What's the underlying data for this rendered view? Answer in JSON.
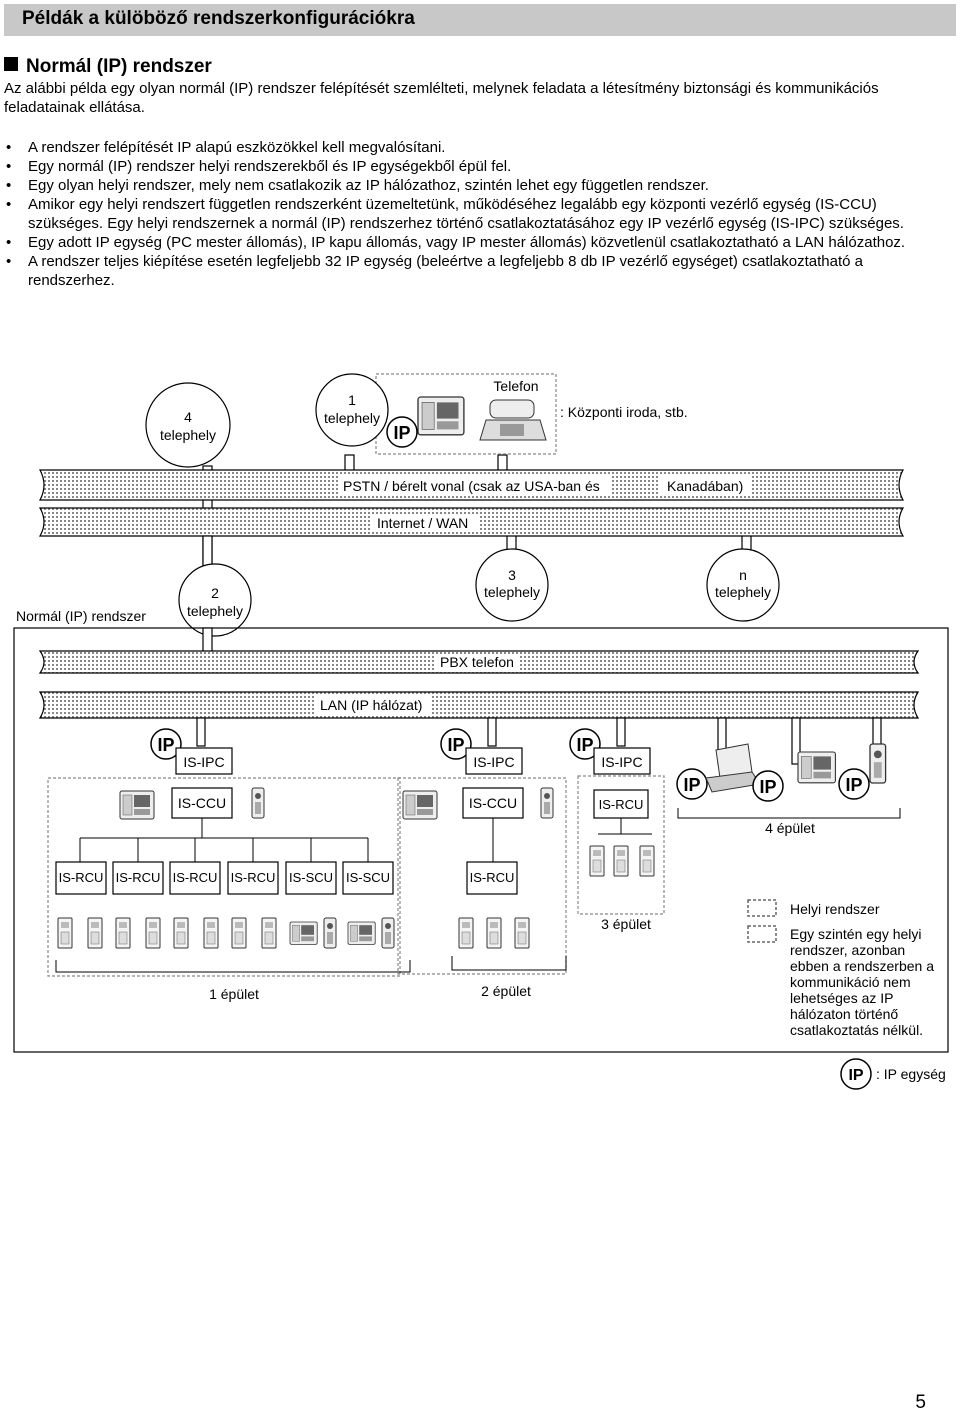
{
  "header": {
    "title": "Példák a külöböző rendszerkonfigurációkra"
  },
  "section": {
    "title": "Normál (IP) rendszer",
    "intro": "Az alábbi példa egy olyan normál (IP) rendszer felépítését szemlélteti, melynek feladata a létesítmény biztonsági és kommunikációs feladatainak ellátása.",
    "bullets": [
      "A rendszer felépítését IP alapú eszközökkel kell megvalósítani.",
      "Egy normál (IP) rendszer helyi rendszerekből és IP egységekből épül fel.",
      "Egy olyan helyi rendszer, mely nem csatlakozik az IP hálózathoz, szintén lehet egy független rendszer.",
      "Amikor egy helyi rendszert független rendszerként üzemeltetünk, működéséhez legalább egy központi vezérlő egység (IS-CCU) szükséges. Egy helyi rendszernek a normál (IP) rendszerhez történő csatlakoztatásához egy IP vezérlő egység (IS-IPC) szükséges.",
      "Egy adott IP egység (PC mester állomás), IP kapu állomás, vagy IP mester állomás) közvetlenül csatlakoztatható a LAN hálózathoz.",
      "A rendszer teljes kiépítése esetén legfeljebb 32 IP egység (beleértve a legfeljebb 8 db IP vezérlő egységet) csatlakoztatható a rendszerhez."
    ]
  },
  "diagram": {
    "site1": [
      "1",
      "telephely"
    ],
    "site4": [
      "4",
      "telephely"
    ],
    "site2": [
      "2",
      "telephely"
    ],
    "site3": [
      "3",
      "telephely"
    ],
    "siten": [
      "n",
      "telephely"
    ],
    "phone_label": "Telefon",
    "central_office": ": Központi iroda, stb.",
    "pstn_label": "PSTN / bérelt vonal (csak az USA-ban és",
    "pstn_label2": "Kanadában)",
    "wan_label": "Internet / WAN",
    "system_label": "Normál (IP) rendszer",
    "pbx_label": "PBX telefon",
    "lan_label": "LAN (IP hálózat)",
    "ip": "IP",
    "is_ipc": "IS-IPC",
    "is_ccu": "IS-CCU",
    "is_rcu": "IS-RCU",
    "is_scu": "IS-SCU",
    "building1": "1 épület",
    "building2": "2 épület",
    "building3": "3 épület",
    "building4": "4 épület",
    "legend_local": "Helyi rendszer",
    "legend_isolated": [
      "Egy szintén egy helyi",
      "rendszer, azonban",
      "ebben a rendszerben a",
      "kommunikáció nem",
      "lehetséges az IP",
      "hálózaton történő",
      "csatlakoztatás nélkül."
    ],
    "legend_ip": ": IP egység"
  },
  "page_number": "5"
}
